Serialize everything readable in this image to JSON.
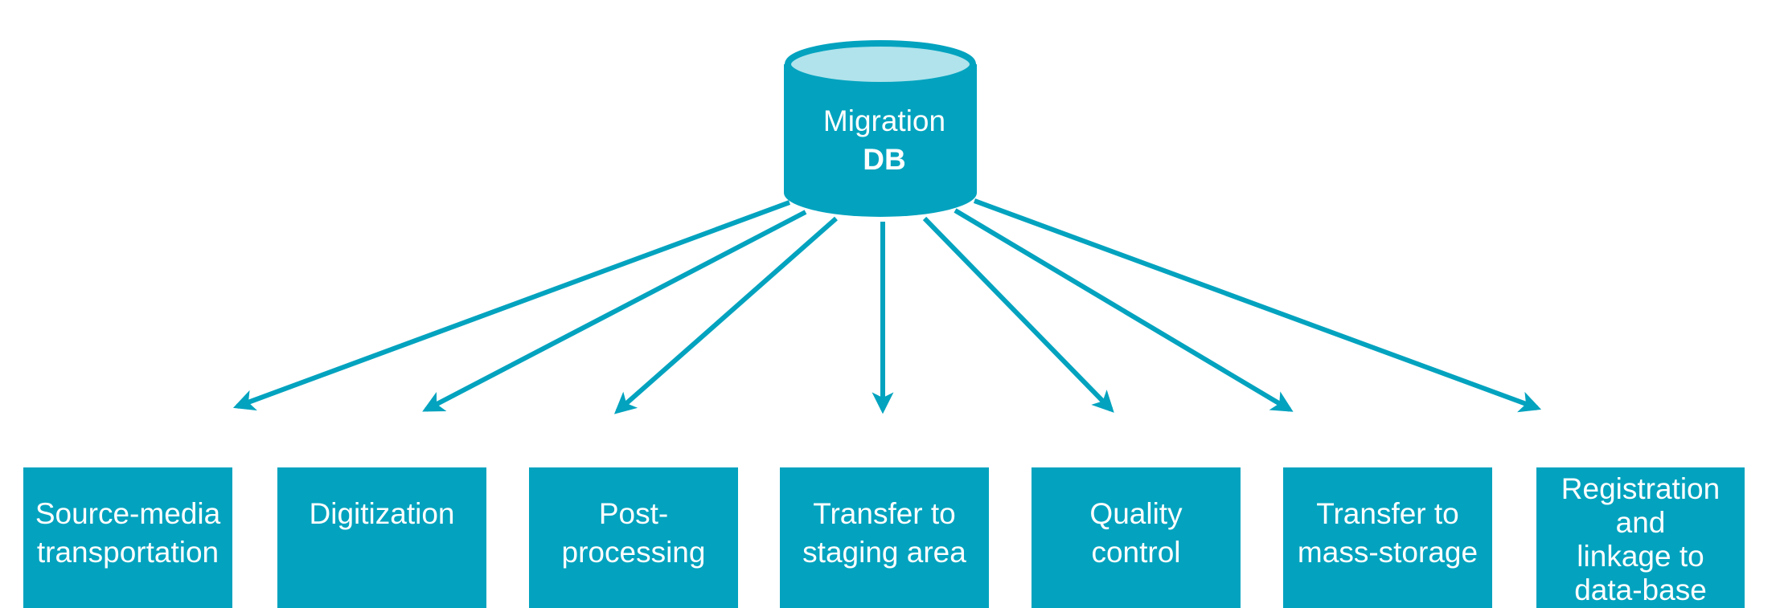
{
  "colors": {
    "teal": "#03a3bf",
    "db_top": "#b0e3ec",
    "text": "#ffffff",
    "background": "#ffffff"
  },
  "database": {
    "icon": "cylinder-database-icon",
    "label_line1": "Migration",
    "label_line2": "DB"
  },
  "stages": [
    {
      "label": "Source-media\ntransportation"
    },
    {
      "label": "Digitization"
    },
    {
      "label": "Post-\nprocessing"
    },
    {
      "label": "Transfer to\nstaging area"
    },
    {
      "label": "Quality\ncontrol"
    },
    {
      "label": "Transfer to\nmass-storage"
    },
    {
      "label": "Registration\nand\nlinkage to\ndata-base"
    }
  ]
}
